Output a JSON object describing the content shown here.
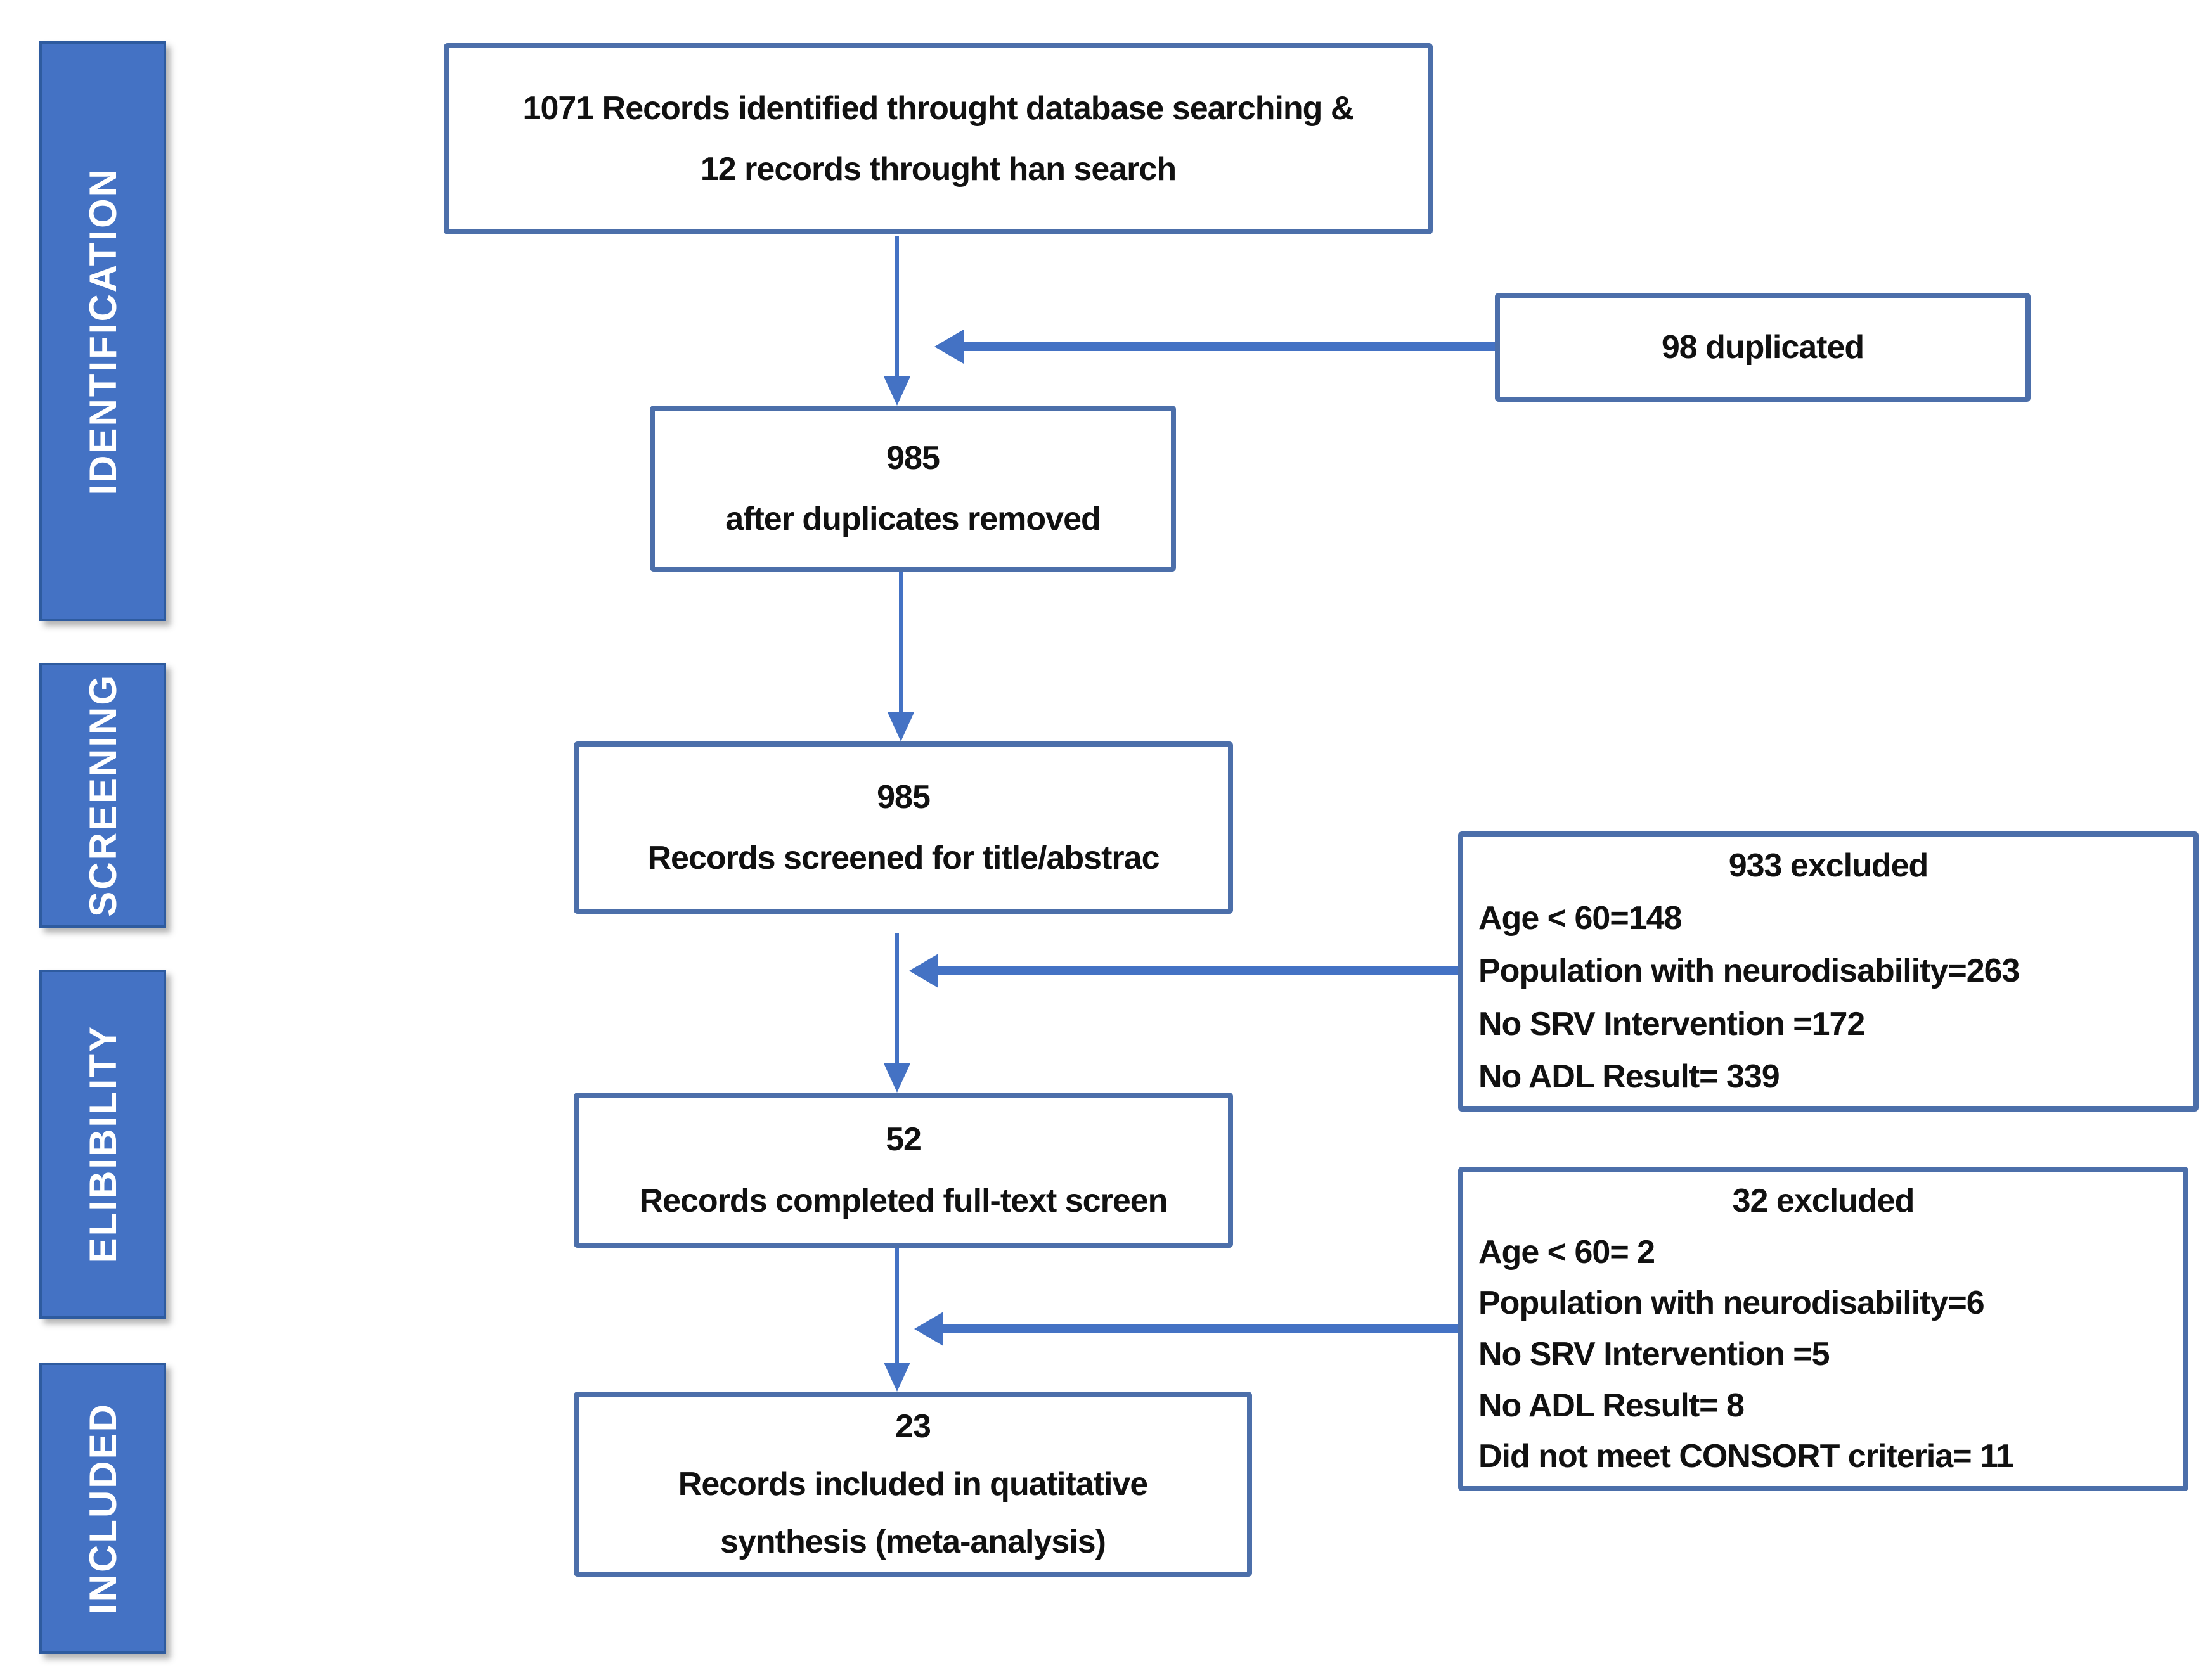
{
  "palette": {
    "stage_fill": "#4472C4",
    "stage_border": "#2E5B9F",
    "stage_text": "#FFFFFF",
    "box_border": "#4C6FAA",
    "box_fill": "#FFFFFF",
    "arrow": "#4472C4",
    "text": "#111111"
  },
  "sidebar": {
    "items": [
      {
        "label": "IDENTIFICATION"
      },
      {
        "label": "SCREENING"
      },
      {
        "label": "ELIBIBILITY"
      },
      {
        "label": "INCLUDED"
      }
    ]
  },
  "flow": {
    "identified": {
      "lines": [
        "1071 Records identified throught database searching &",
        "12 records throught han search"
      ]
    },
    "duplicated": {
      "label": "98 duplicated"
    },
    "after_duplicates": {
      "lines": [
        "985",
        "after duplicates removed"
      ]
    },
    "screened": {
      "lines": [
        "985",
        "Records screened for title/abstrac"
      ]
    },
    "excluded_title_abstract": {
      "title": "933 excluded",
      "reasons": [
        "Age < 60=148",
        "Population with neurodisability=263",
        "No SRV Intervention =172",
        "No ADL Result= 339"
      ]
    },
    "full_text": {
      "lines": [
        "52",
        "Records completed full-text screen"
      ]
    },
    "excluded_full_text": {
      "title": "32 excluded",
      "reasons": [
        "Age < 60= 2",
        "Population with neurodisability=6",
        "No SRV Intervention =5",
        "No ADL Result= 8",
        "Did not meet CONSORT criteria= 11"
      ]
    },
    "included": {
      "lines": [
        "23",
        "Records included in quatitative",
        "synthesis (meta-analysis)"
      ]
    }
  }
}
